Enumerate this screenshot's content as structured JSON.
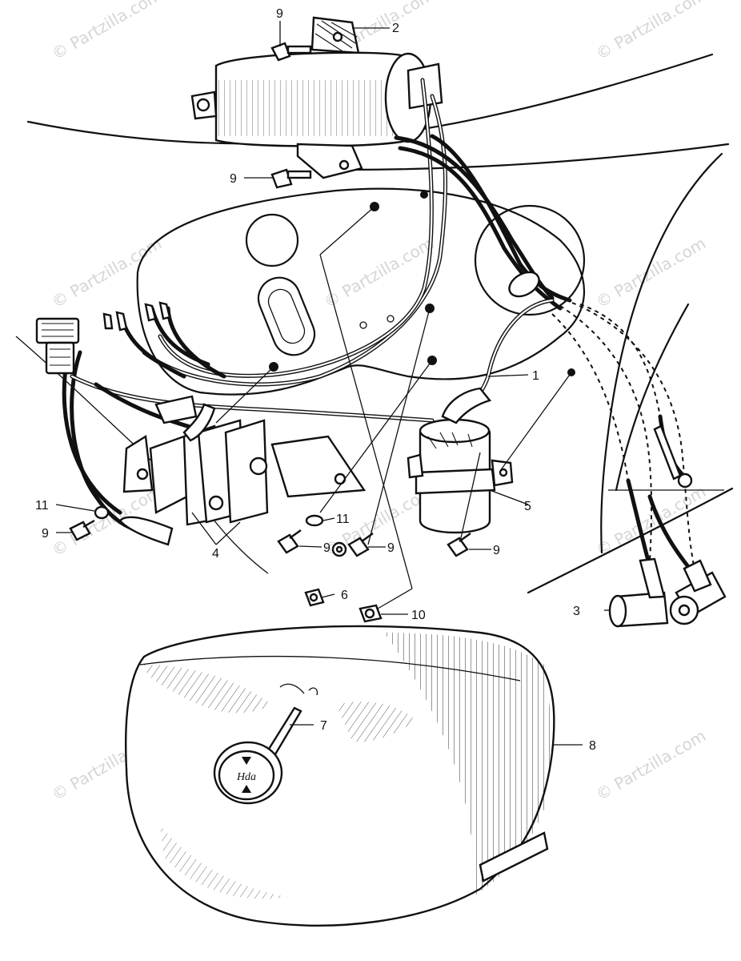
{
  "watermark": "© Partzilla.com",
  "emblem_text": "Hda",
  "callouts": [
    {
      "id": "c1",
      "label": "1"
    },
    {
      "id": "c2",
      "label": "2"
    },
    {
      "id": "c3",
      "label": "3"
    },
    {
      "id": "c4",
      "label": "4"
    },
    {
      "id": "c5",
      "label": "5"
    },
    {
      "id": "c6",
      "label": "6"
    },
    {
      "id": "c7",
      "label": "7"
    },
    {
      "id": "c8",
      "label": "8"
    },
    {
      "id": "c9a",
      "label": "9"
    },
    {
      "id": "c9b",
      "label": "9"
    },
    {
      "id": "c9c",
      "label": "9"
    },
    {
      "id": "c9d",
      "label": "9"
    },
    {
      "id": "c9e",
      "label": "9"
    },
    {
      "id": "c9f",
      "label": "9"
    },
    {
      "id": "c10",
      "label": "10"
    },
    {
      "id": "c11a",
      "label": "11"
    },
    {
      "id": "c11b",
      "label": "11"
    }
  ]
}
